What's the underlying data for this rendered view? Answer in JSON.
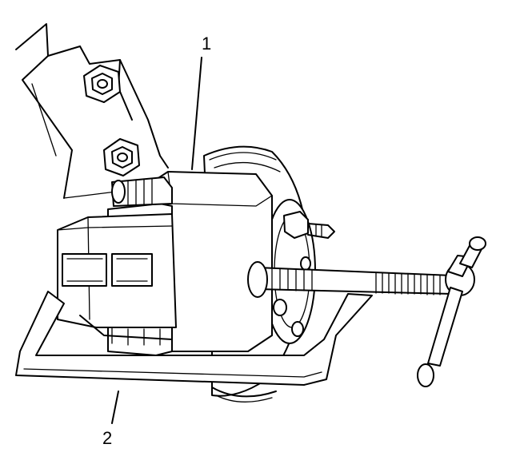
{
  "callouts": [
    {
      "id": "1",
      "text": "1"
    },
    {
      "id": "2",
      "text": "2"
    }
  ],
  "colors": {
    "ink": "#000000",
    "paper": "#ffffff"
  }
}
